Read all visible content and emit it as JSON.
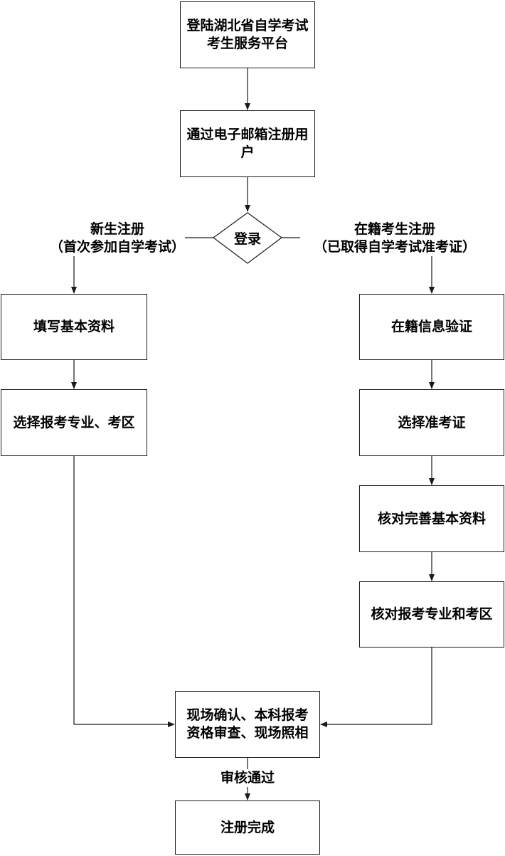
{
  "nodes": {
    "login_platform": "登陆湖北省自学考试考生服务平台",
    "register_email": "通过电子邮箱注册用户",
    "login_decision": "登录",
    "fill_basic_info": "填写基本资料",
    "select_major_area": "选择报考专业、考区",
    "enrolled_verify": "在籍信息验证",
    "select_admission": "选择准考证",
    "verify_basic_info": "核对完善基本资料",
    "verify_major_area": "核对报考专业和考区",
    "onsite_confirm": "现场确认、本科报考资格审查、现场照相",
    "registration_complete": "注册完成"
  },
  "labels": {
    "new_student_title": "新生注册",
    "new_student_note": "（首次参加自学考试）",
    "enrolled_title": "在籍考生注册",
    "enrolled_note": "（已取得自学考试准考证）",
    "review_passed": "审核通过"
  },
  "colors": {
    "line": "#1a1a1a",
    "fill": "#ffffff"
  }
}
